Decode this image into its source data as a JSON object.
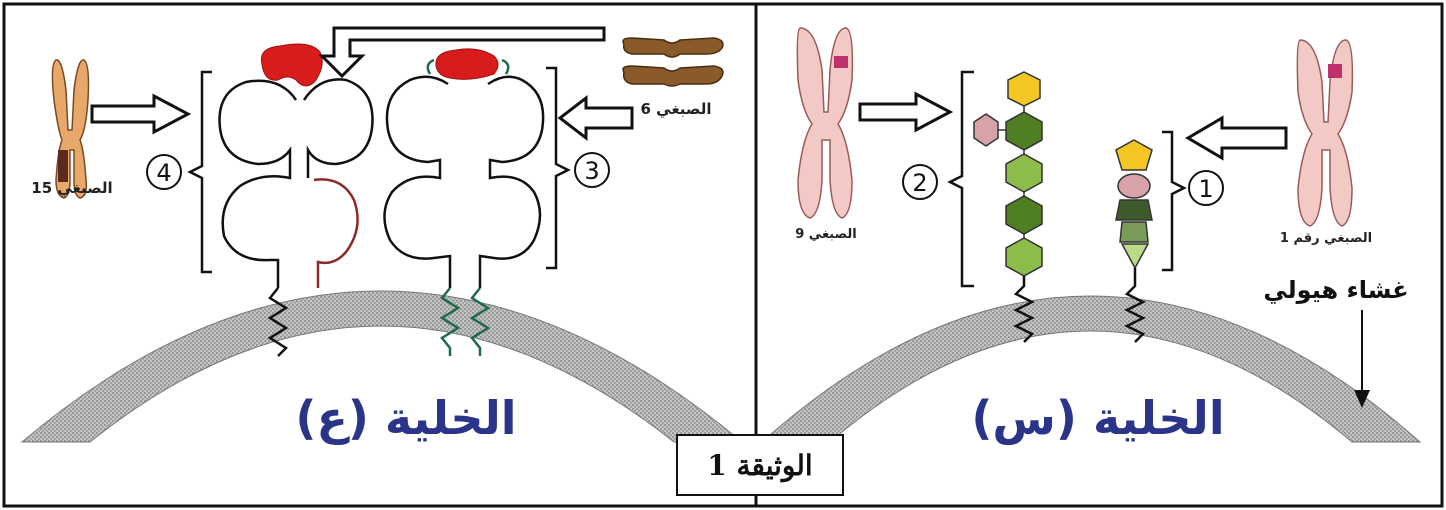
{
  "panels": {
    "left": {
      "cell_title": "الخلية (ع)",
      "chromosome_left_label": "الصبغي 15",
      "chromosome_right_label": "الصبغي 6",
      "bracket_left_number": "4",
      "bracket_right_number": "3"
    },
    "right": {
      "cell_title": "الخلية (س)",
      "chromosome_left_label": "الصبغي 9",
      "chromosome_right_label": "الصبغي رقم 1",
      "bracket_left_number": "2",
      "bracket_right_number": "1",
      "membrane_label": "غشاء هيولي"
    }
  },
  "document_label": "الوثيقة 1",
  "colors": {
    "frame": "#111111",
    "title_blue": "#2a3488",
    "membrane_fill": "#a9a9a9",
    "mhc_red": "#d81c1c",
    "chromosome_pink": "#f3c9c6",
    "chromosome_band": "#c0306a",
    "chromosome_brown": "#8a5a2b",
    "hex_green": "#7aa83a",
    "hex_yellow": "#f3c623",
    "receptor_green": "#2e7a55"
  }
}
